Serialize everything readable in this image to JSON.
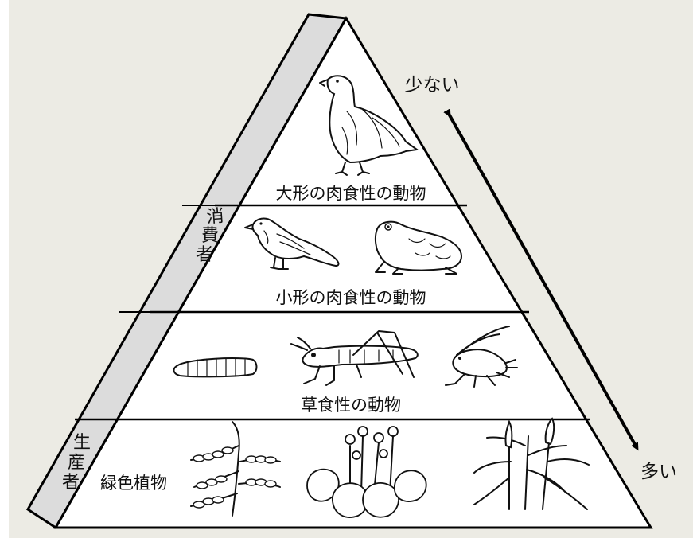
{
  "levels": {
    "top": "大形の肉食性の動物",
    "second": "小形の肉食性の動物",
    "third": "草食性の動物",
    "bottom": "緑色植物"
  },
  "side_labels": {
    "consumer": [
      "消",
      "費",
      "者"
    ],
    "producer": [
      "生",
      "産",
      "者"
    ]
  },
  "arrow_labels": {
    "few": "少ない",
    "many": "多い"
  },
  "colors": {
    "background": "#ecebe4",
    "pyramid_face": "#ffffff",
    "pyramid_side": "#dcdcdc",
    "ink": "#000000"
  },
  "icons": [
    "eagle-icon",
    "sparrow-icon",
    "frog-icon",
    "caterpillar-icon",
    "grasshopper-icon",
    "aphid-icon",
    "vetch-plant-icon",
    "clover-plant-icon",
    "grass-plant-icon"
  ]
}
